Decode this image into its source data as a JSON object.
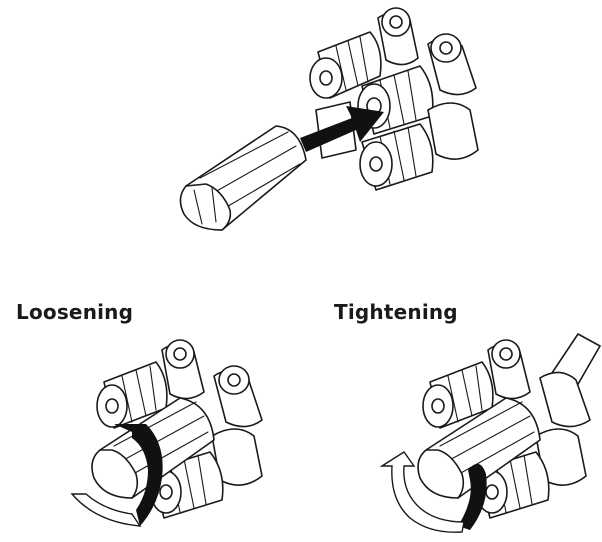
{
  "captions": {
    "loosening": "Loosening",
    "tightening": "Tightening"
  },
  "icons": {
    "top": "speaker-terminal-insert-plug",
    "loosen": "terminal-knob-counterclockwise",
    "tighten": "terminal-knob-clockwise"
  },
  "colors": {
    "ink": "#111111",
    "background": "#ffffff"
  }
}
